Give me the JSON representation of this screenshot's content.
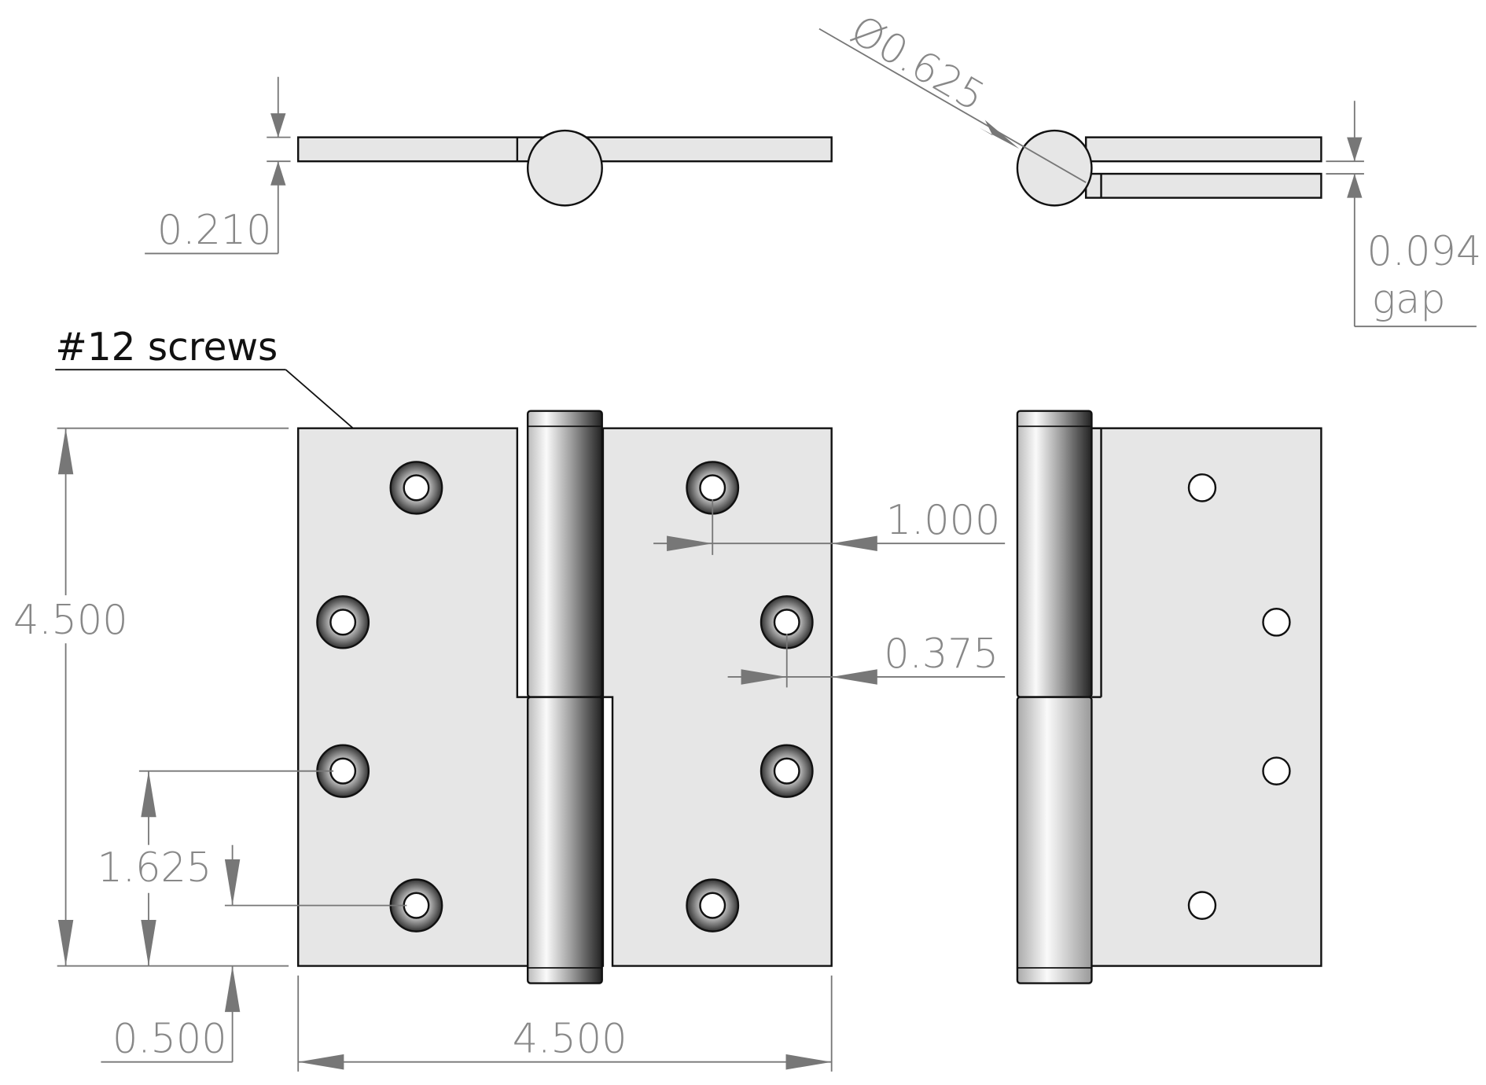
{
  "drawing": {
    "callout": "#12 screws",
    "dimensions": {
      "leaf_thickness": "0.210",
      "barrel_diameter": "Ø0.625",
      "gap_value": "0.094",
      "gap_label": "gap",
      "height": "4.500",
      "width": "4.500",
      "edge_to_hole_top": "1.000",
      "edge_to_hole_mid": "0.375",
      "hole_spacing": "1.625",
      "bottom_offset": "0.500"
    },
    "colors": {
      "part_fill": "#e6e6e6",
      "outline": "#111111",
      "dimension": "#777777"
    }
  }
}
